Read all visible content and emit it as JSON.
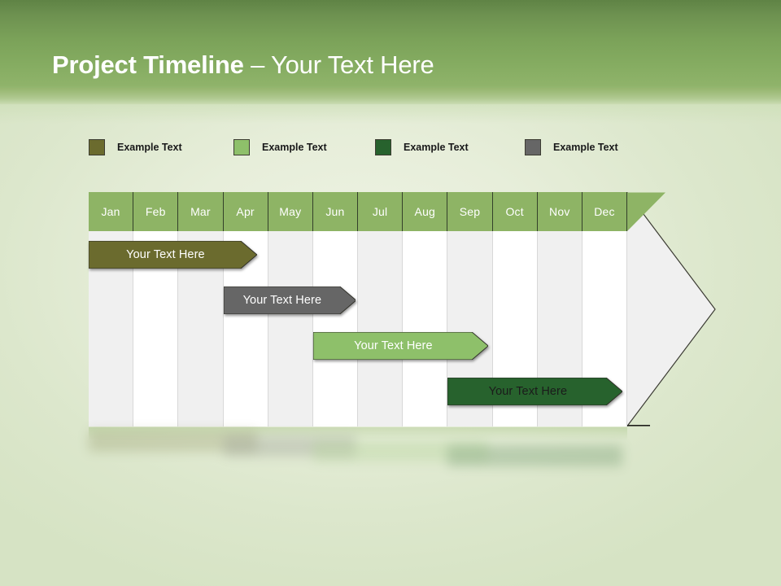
{
  "slide": {
    "background_color": "#dfe9d0",
    "header_color_top": "#5f8345",
    "header_color_bottom": "#8fb36a"
  },
  "title": {
    "bold_part": "Project Timeline",
    "regular_part": " – Your Text Here"
  },
  "legend": {
    "items": [
      {
        "label": "Example Text",
        "color": "#6b6b2e",
        "x": 0
      },
      {
        "label": "Example Text",
        "color": "#8ec06a",
        "x": 178
      },
      {
        "label": "Example Text",
        "color": "#27622d",
        "x": 352
      },
      {
        "label": "Example Text",
        "color": "#666666",
        "x": 536
      }
    ]
  },
  "chart_data": {
    "type": "bar",
    "title": "Project Timeline – Your Text Here",
    "xlabel": "",
    "ylabel": "",
    "categories": [
      "Jan",
      "Feb",
      "Mar",
      "Apr",
      "May",
      "Jun",
      "Jul",
      "Aug",
      "Sep",
      "Oct",
      "Nov",
      "Dec"
    ],
    "header_fill": "#8eb465",
    "header_text_color": "#ffffff",
    "column_fill_odd": "#f0f0f0",
    "column_fill_even": "#ffffff",
    "grid": true,
    "legend_position": "top",
    "series": [
      {
        "name": "Example Text",
        "label": "Your  Text Here",
        "color": "#6b6b2e",
        "text_color": "#ffffff",
        "start_month": "Jan",
        "end_month": "Apr",
        "start_index": 0,
        "span": 3.75,
        "row": 0
      },
      {
        "name": "Example Text",
        "label": "Your  Text Here",
        "color": "#666666",
        "text_color": "#ffffff",
        "start_month": "Apr",
        "end_month": "Jun",
        "start_index": 3,
        "span": 2.95,
        "row": 1
      },
      {
        "name": "Example Text",
        "label": "Your  Text Here",
        "color": "#8ec06a",
        "text_color": "#ffffff",
        "start_month": "Jun",
        "end_month": "Aug",
        "start_index": 5,
        "span": 3.9,
        "row": 2
      },
      {
        "name": "Example Text",
        "label": "Your  Text Here",
        "color": "#27622d",
        "text_color": "#1b1b1b",
        "start_month": "Sep",
        "end_month": "Nov",
        "start_index": 8,
        "span": 3.9,
        "row": 3
      }
    ]
  }
}
